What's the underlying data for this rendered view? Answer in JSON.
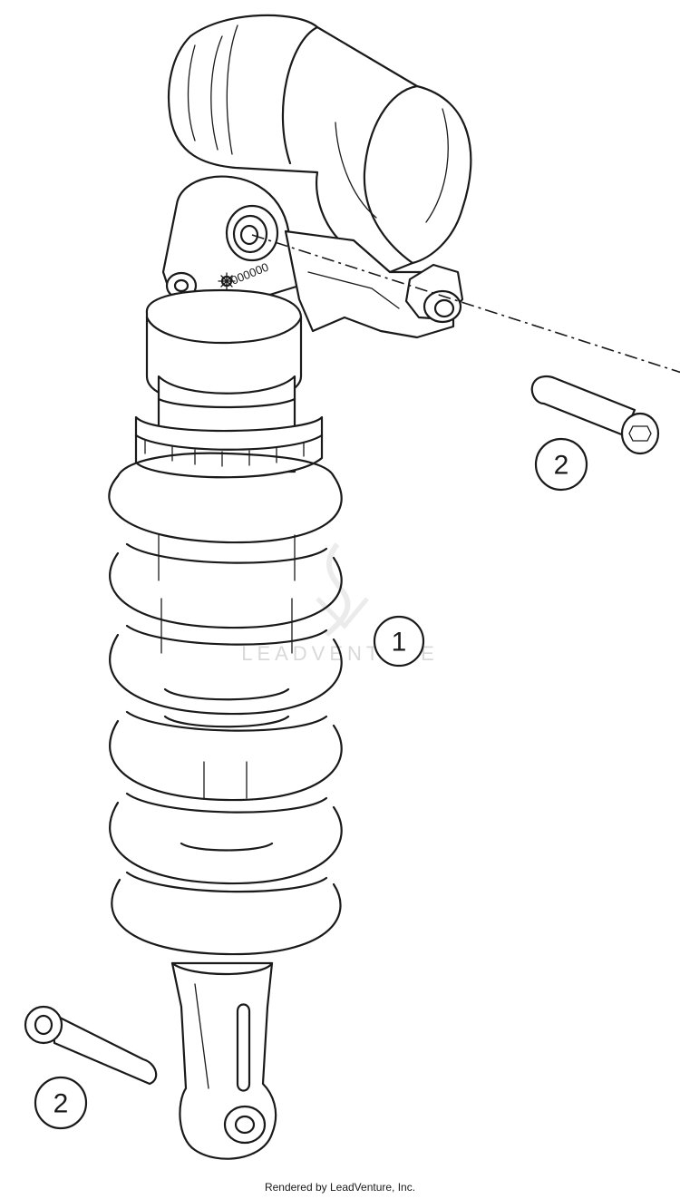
{
  "diagram": {
    "serial_marking": "000000",
    "callouts": [
      {
        "id": "callout-1",
        "label": "1"
      },
      {
        "id": "callout-2-upper",
        "label": "2"
      },
      {
        "id": "callout-2-lower",
        "label": "2"
      }
    ]
  },
  "watermark": {
    "text": "LEADVENTURE"
  },
  "footer": {
    "credit": "Rendered by LeadVenture, Inc."
  }
}
